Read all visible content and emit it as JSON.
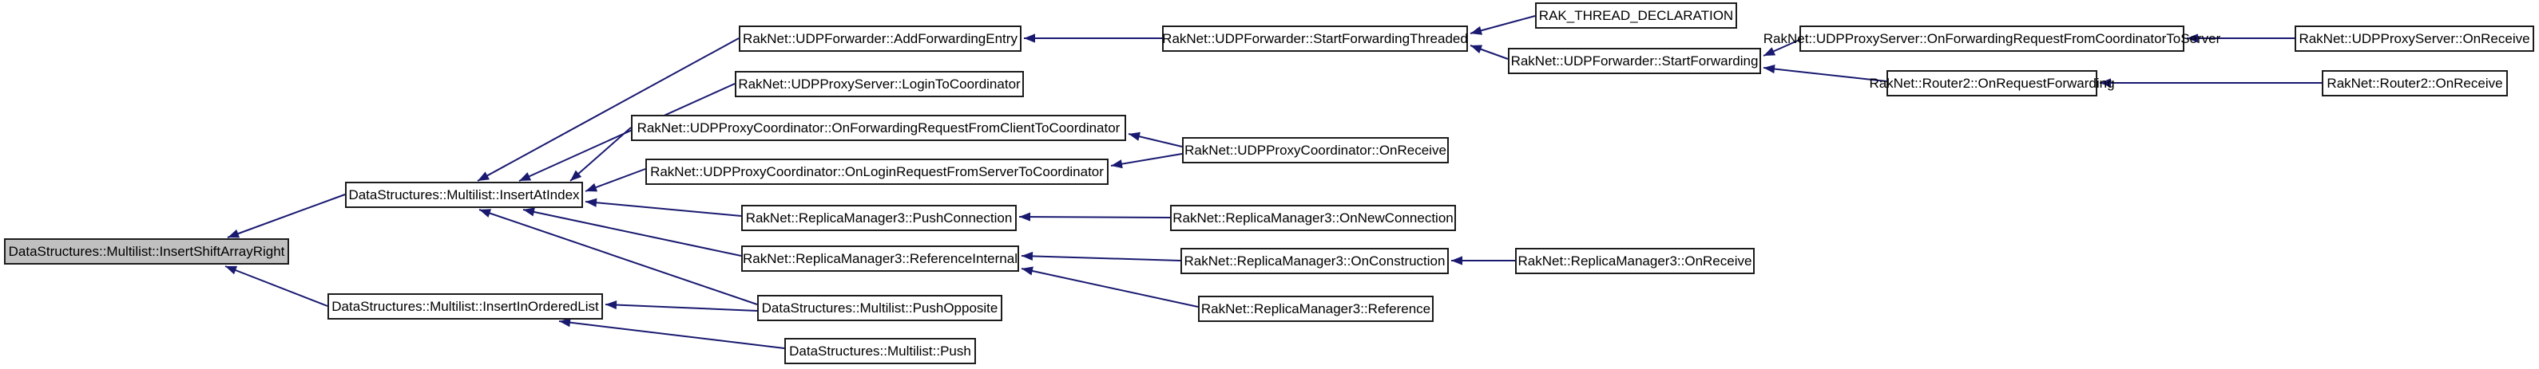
{
  "diagram": {
    "kind": "caller-graph",
    "colors": {
      "background": "#ffffff",
      "edge": "#191970",
      "node_border": "#1c1c1c",
      "node_fill": "#ffffff",
      "root_fill": "#c0c0c0"
    }
  },
  "nodes": [
    {
      "id": "root",
      "label": "DataStructures::Multilist::InsertShiftArrayRight"
    },
    {
      "id": "insertAtIndex",
      "label": "DataStructures::Multilist::InsertAtIndex"
    },
    {
      "id": "insertInOrderedList",
      "label": "DataStructures::Multilist::InsertInOrderedList"
    },
    {
      "id": "addForwardingEntry",
      "label": "RakNet::UDPForwarder::AddForwardingEntry"
    },
    {
      "id": "loginToCoordinator",
      "label": "RakNet::UDPProxyServer::LoginToCoordinator"
    },
    {
      "id": "onForwardingRequestFromClientToCoordinator",
      "label": "RakNet::UDPProxyCoordinator::OnForwardingRequestFromClientToCoordinator"
    },
    {
      "id": "onLoginRequestFromServerToCoordinator",
      "label": "RakNet::UDPProxyCoordinator::OnLoginRequestFromServerToCoordinator"
    },
    {
      "id": "pushConnection",
      "label": "RakNet::ReplicaManager3::PushConnection"
    },
    {
      "id": "referenceInternal",
      "label": "RakNet::ReplicaManager3::ReferenceInternal"
    },
    {
      "id": "pushOpposite",
      "label": "DataStructures::Multilist::PushOpposite"
    },
    {
      "id": "push",
      "label": "DataStructures::Multilist::Push"
    },
    {
      "id": "startForwardingThreaded",
      "label": "RakNet::UDPForwarder::StartForwardingThreaded"
    },
    {
      "id": "udpProxyCoordinatorOnReceive",
      "label": "RakNet::UDPProxyCoordinator::OnReceive"
    },
    {
      "id": "onNewConnection",
      "label": "RakNet::ReplicaManager3::OnNewConnection"
    },
    {
      "id": "onConstruction",
      "label": "RakNet::ReplicaManager3::OnConstruction"
    },
    {
      "id": "reference",
      "label": "RakNet::ReplicaManager3::Reference"
    },
    {
      "id": "rakThreadDeclaration",
      "label": "RAK_THREAD_DECLARATION"
    },
    {
      "id": "startForwarding",
      "label": "RakNet::UDPForwarder::StartForwarding"
    },
    {
      "id": "replicaManager3OnReceive",
      "label": "RakNet::ReplicaManager3::OnReceive"
    },
    {
      "id": "onForwardingRequestFromCoordinatorToServer",
      "label": "RakNet::UDPProxyServer::OnForwardingRequestFromCoordinatorToServer"
    },
    {
      "id": "router2OnRequestForwarding",
      "label": "RakNet::Router2::OnRequestForwarding"
    },
    {
      "id": "udpProxyServerOnReceive",
      "label": "RakNet::UDPProxyServer::OnReceive"
    },
    {
      "id": "router2OnReceive",
      "label": "RakNet::Router2::OnReceive"
    }
  ],
  "edges": [
    {
      "from": "insertAtIndex",
      "to": "root"
    },
    {
      "from": "insertInOrderedList",
      "to": "root"
    },
    {
      "from": "addForwardingEntry",
      "to": "insertAtIndex"
    },
    {
      "from": "loginToCoordinator",
      "to": "insertAtIndex"
    },
    {
      "from": "onForwardingRequestFromClientToCoordinator",
      "to": "insertAtIndex"
    },
    {
      "from": "onLoginRequestFromServerToCoordinator",
      "to": "insertAtIndex"
    },
    {
      "from": "pushConnection",
      "to": "insertAtIndex"
    },
    {
      "from": "referenceInternal",
      "to": "insertAtIndex"
    },
    {
      "from": "pushOpposite",
      "to": "insertAtIndex"
    },
    {
      "from": "pushOpposite",
      "to": "insertInOrderedList"
    },
    {
      "from": "push",
      "to": "insertInOrderedList"
    },
    {
      "from": "startForwardingThreaded",
      "to": "addForwardingEntry"
    },
    {
      "from": "udpProxyCoordinatorOnReceive",
      "to": "onForwardingRequestFromClientToCoordinator"
    },
    {
      "from": "udpProxyCoordinatorOnReceive",
      "to": "onLoginRequestFromServerToCoordinator"
    },
    {
      "from": "onNewConnection",
      "to": "pushConnection"
    },
    {
      "from": "onConstruction",
      "to": "referenceInternal"
    },
    {
      "from": "reference",
      "to": "referenceInternal"
    },
    {
      "from": "rakThreadDeclaration",
      "to": "startForwardingThreaded"
    },
    {
      "from": "startForwarding",
      "to": "startForwardingThreaded"
    },
    {
      "from": "onForwardingRequestFromCoordinatorToServer",
      "to": "startForwarding"
    },
    {
      "from": "router2OnRequestForwarding",
      "to": "startForwarding"
    },
    {
      "from": "udpProxyServerOnReceive",
      "to": "onForwardingRequestFromCoordinatorToServer"
    },
    {
      "from": "router2OnReceive",
      "to": "router2OnRequestForwarding"
    },
    {
      "from": "replicaManager3OnReceive",
      "to": "onConstruction"
    }
  ]
}
